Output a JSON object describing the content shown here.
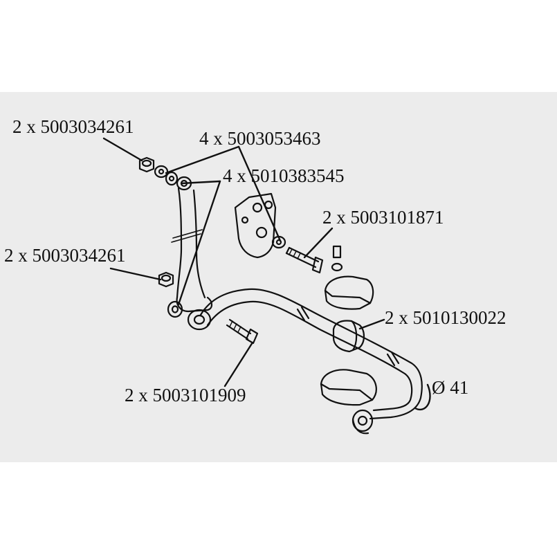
{
  "diagram": {
    "callouts": [
      {
        "id": "c1",
        "text": "2 x 5003034261"
      },
      {
        "id": "c2",
        "text": "4 x 5003053463"
      },
      {
        "id": "c3",
        "text": "4 x 5010383545"
      },
      {
        "id": "c4",
        "text": "2 x 5003101871"
      },
      {
        "id": "c5",
        "text": "2 x 5003034261"
      },
      {
        "id": "c6",
        "text": "2 x 5010130022"
      },
      {
        "id": "c7",
        "text": "2 x 5003101909"
      },
      {
        "id": "c8",
        "text": "Ø 41"
      }
    ],
    "colors": {
      "background": "#ececec",
      "ink": "#111111",
      "paper": "#ffffff"
    }
  }
}
